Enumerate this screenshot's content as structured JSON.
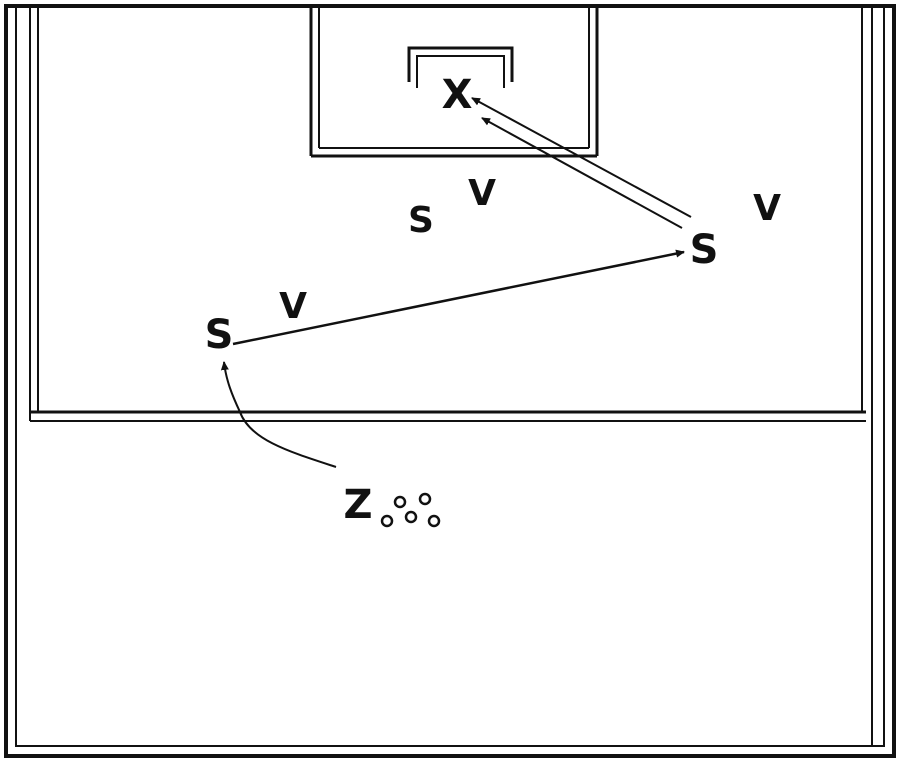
{
  "labels": {
    "basket": "X",
    "player_center": "S",
    "player_left": "S",
    "player_right": "S",
    "defender_center": "V",
    "defender_left": "V",
    "defender_right": "V",
    "coach": "Z"
  },
  "balls": {
    "count": 5
  }
}
